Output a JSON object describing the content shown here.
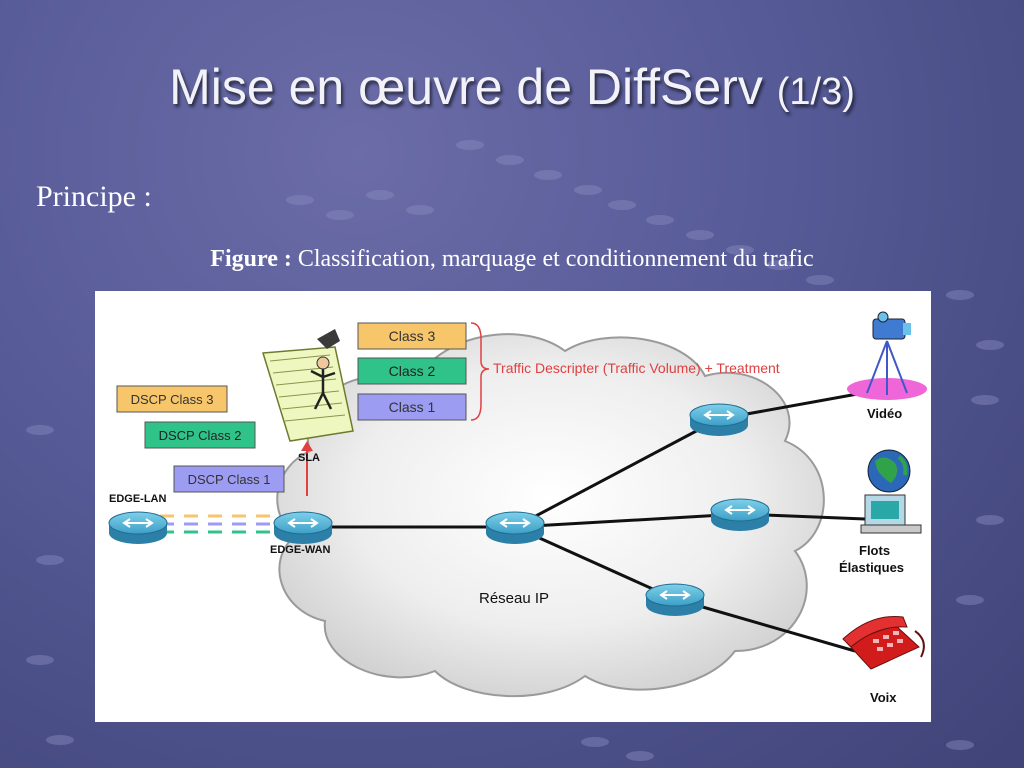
{
  "slide": {
    "title_main": "Mise en œuvre de DiffServ",
    "title_part": "(1/3)",
    "principe": "Principe  :",
    "caption_bold": "Figure :",
    "caption_text": " Classification, marquage et conditionnement du trafic"
  },
  "diagram": {
    "classes": [
      "Class 3",
      "Class 2",
      "Class 1"
    ],
    "dscp": [
      "DSCP Class 3",
      "DSCP Class 2",
      "DSCP Class 1"
    ],
    "traffic_descriptor": "Traffic Descripter (Traffic Volume) + Treatment",
    "sla": "SLA",
    "edge_lan": "EDGE-LAN",
    "edge_wan": "EDGE-WAN",
    "network": "Réseau IP",
    "video": "Vidéo",
    "flots_1": "Flots",
    "flots_2": "Élastiques",
    "voix": "Voix"
  },
  "colors": {
    "class3": "#f7c66b",
    "class2": "#2fc38a",
    "class1": "#9c9cf2",
    "router": "#3fa7cc",
    "descriptor_text": "#e04040"
  }
}
